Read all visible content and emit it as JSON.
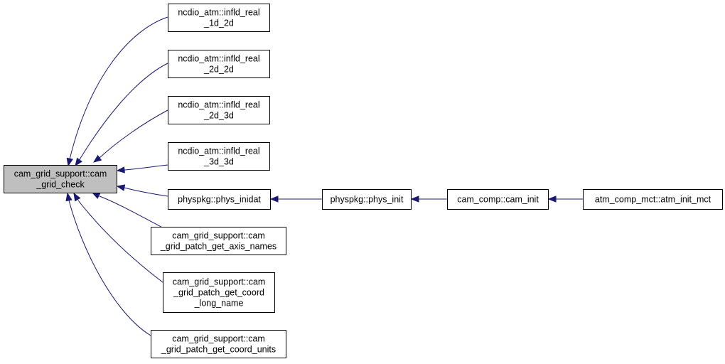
{
  "diagram": {
    "nodes": {
      "cam_grid_check": {
        "lines": [
          "cam_grid_support::cam",
          "_grid_check"
        ],
        "highlight": true
      },
      "infld_real_1d_2d": {
        "lines": [
          "ncdio_atm::infld_real",
          "_1d_2d"
        ]
      },
      "infld_real_2d_2d": {
        "lines": [
          "ncdio_atm::infld_real",
          "_2d_2d"
        ]
      },
      "infld_real_2d_3d": {
        "lines": [
          "ncdio_atm::infld_real",
          "_2d_3d"
        ]
      },
      "infld_real_3d_3d": {
        "lines": [
          "ncdio_atm::infld_real",
          "_3d_3d"
        ]
      },
      "phys_inidat": {
        "lines": [
          "physpkg::phys_inidat"
        ]
      },
      "get_axis_names": {
        "lines": [
          "cam_grid_support::cam",
          "_grid_patch_get_axis_names"
        ]
      },
      "get_coord_long_name": {
        "lines": [
          "cam_grid_support::cam",
          "_grid_patch_get_coord",
          "_long_name"
        ]
      },
      "get_coord_units": {
        "lines": [
          "cam_grid_support::cam",
          "_grid_patch_get_coord_units"
        ]
      },
      "phys_init": {
        "lines": [
          "physpkg::phys_init"
        ]
      },
      "cam_init": {
        "lines": [
          "cam_comp::cam_init"
        ]
      },
      "atm_init_mct": {
        "lines": [
          "atm_comp_mct::atm_init_mct"
        ]
      }
    },
    "edges": [
      {
        "from": "infld_real_1d_2d",
        "to": "cam_grid_check"
      },
      {
        "from": "infld_real_2d_2d",
        "to": "cam_grid_check"
      },
      {
        "from": "infld_real_2d_3d",
        "to": "cam_grid_check"
      },
      {
        "from": "infld_real_3d_3d",
        "to": "cam_grid_check"
      },
      {
        "from": "phys_inidat",
        "to": "cam_grid_check"
      },
      {
        "from": "get_axis_names",
        "to": "cam_grid_check"
      },
      {
        "from": "get_coord_long_name",
        "to": "cam_grid_check"
      },
      {
        "from": "get_coord_units",
        "to": "cam_grid_check"
      },
      {
        "from": "phys_init",
        "to": "phys_inidat"
      },
      {
        "from": "cam_init",
        "to": "phys_init"
      },
      {
        "from": "atm_init_mct",
        "to": "cam_init"
      }
    ],
    "colors": {
      "edge": "#191970",
      "node_border": "#000000",
      "highlight_fill": "#bfbfbf",
      "node_fill": "#ffffff"
    }
  }
}
